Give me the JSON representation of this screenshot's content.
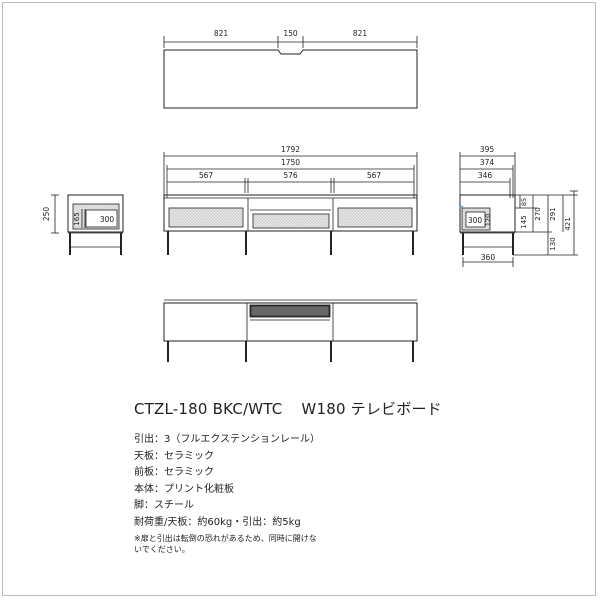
{
  "product": {
    "model": "CTZL-180 BKC/WTC",
    "name": "W180 テレビボード"
  },
  "specs": [
    "引出：3（フルエクステンションレール）",
    "天板：セラミック",
    "前板：セラミック",
    "本体：プリント化粧板",
    "脚：スチール",
    "耐荷重/天板：約60kg・引出：約5kg"
  ],
  "note": "※扉と引出は転倒の恐れがあるため、同時に開けないでください。",
  "dimensions": {
    "top_view": {
      "left": "821",
      "center": "150",
      "right": "821"
    },
    "front_view": {
      "overall": "1792",
      "inner": "1750",
      "left_section": "567",
      "center_section": "576",
      "right_section": "567"
    },
    "small_side_view": {
      "height": "250",
      "drawer_height": "165",
      "drawer_depth": "300"
    },
    "side_view": {
      "depth_overall": "395",
      "depth_inner": "374",
      "depth_drawer": "346",
      "drawer_depth": "300",
      "drawer_height": "120",
      "top_gap": "85",
      "body_height": "145",
      "inner_height": "270",
      "mid_height": "291",
      "total_height": "421",
      "leg_height": "130",
      "leg_span": "360"
    }
  }
}
